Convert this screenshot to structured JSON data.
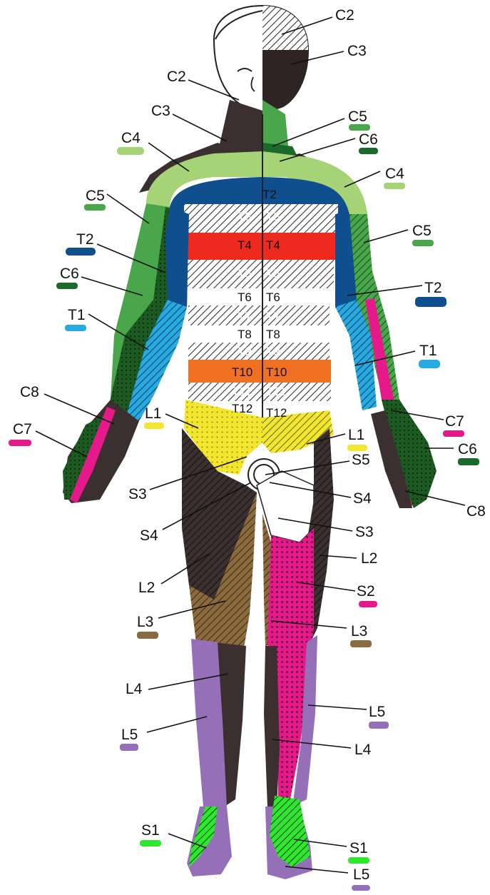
{
  "labels": {
    "c2_right": "C2",
    "c3_right": "C3",
    "c2_left": "C2",
    "c3_left": "C3",
    "c5_right": "C5",
    "c6_right": "C6",
    "c4_left": "C4",
    "c4_right": "C4",
    "c5_left": "C5",
    "c5_right_arm": "C5",
    "t2_left": "T2",
    "t2_right": "T2",
    "c6_left": "C6",
    "t1_left": "T1",
    "t1_right": "T1",
    "c8_left": "C8",
    "c7_left": "C7",
    "c7_right": "C7",
    "c6_right_hand": "C6",
    "c8_right": "C8",
    "l1_left": "L1",
    "l1_right": "L1",
    "s5_right": "S5",
    "s3_left": "S3",
    "s4_right": "S4",
    "s4_left": "S4",
    "s3_right": "S3",
    "l2_right": "L2",
    "l2_left": "L2",
    "s2_right": "S2",
    "l3_left": "L3",
    "l3_right": "L3",
    "l4_left": "L4",
    "l5_right": "L5",
    "l5_left": "L5",
    "l4_right": "L4",
    "s1_left": "S1",
    "s1_right": "S1",
    "l5_right_foot": "L5"
  },
  "body_labels": {
    "t2": "T2",
    "t3_l": "T3",
    "t3_r": "T3",
    "t4_l": "T4",
    "t4_r": "T4",
    "t5_l": "T5",
    "t5_r": "T5",
    "t6_l": "T6",
    "t6_r": "T6",
    "t7_l": "T7",
    "t7_r": "T7",
    "t8_l": "T8",
    "t8_r": "T8",
    "t9_l": "T9",
    "t9_r": "T9",
    "t10_l": "T10",
    "t10_r": "T10",
    "t11_l": "T11",
    "t11_r": "T11",
    "t12_l": "T12",
    "t12_r": "T12"
  },
  "colors": {
    "C2": "#ffffff",
    "C3": "#2e2424",
    "C4": "#a6d376",
    "C5": "#4aa64a",
    "C6": "#1b6a2c",
    "C7": "#e6198a",
    "C8": "#2e2424",
    "T1": "#27a9e1",
    "T2": "#0f4f8e",
    "T4": "#ee2a1f",
    "T10": "#f07022",
    "L1": "#f3e62e",
    "L2": "#2e2424",
    "L3": "#8b6a3e",
    "L4": "#2e2424",
    "L5": "#9570b8",
    "S1": "#2ee82e",
    "S2": "#e6198a",
    "skin": "#3b302f"
  }
}
